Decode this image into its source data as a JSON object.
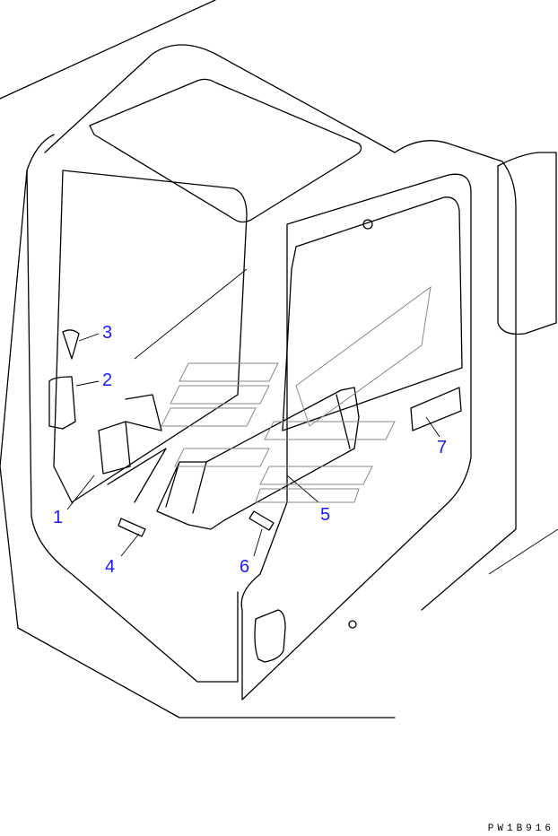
{
  "diagram": {
    "callouts": [
      {
        "id": "1",
        "label": "1"
      },
      {
        "id": "2",
        "label": "2"
      },
      {
        "id": "3",
        "label": "3"
      },
      {
        "id": "4",
        "label": "4"
      },
      {
        "id": "5",
        "label": "5"
      },
      {
        "id": "6",
        "label": "6"
      },
      {
        "id": "7",
        "label": "7"
      }
    ],
    "drawing_code": "PW1B916",
    "callout_color": "#1a1aff"
  }
}
